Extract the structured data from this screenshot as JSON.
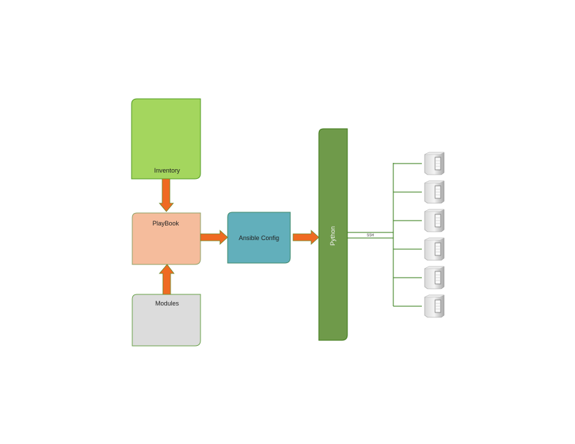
{
  "nodes": {
    "inventory": {
      "label": "Inventory",
      "color": "#a4d65e"
    },
    "playbook": {
      "label": "PlayBook",
      "color": "#f5bc9c"
    },
    "modules": {
      "label": "Modules",
      "color": "#dcdcdc"
    },
    "ansible_config": {
      "label": "Ansible Config",
      "color": "#62afbb"
    },
    "python": {
      "label": "Python",
      "color": "#6f9a4a"
    }
  },
  "connection": {
    "label": "SSH"
  },
  "arrow_color": "#ef6a22",
  "line_color": "#2f7a12",
  "servers": [
    "server",
    "server",
    "server",
    "server",
    "server",
    "server"
  ]
}
